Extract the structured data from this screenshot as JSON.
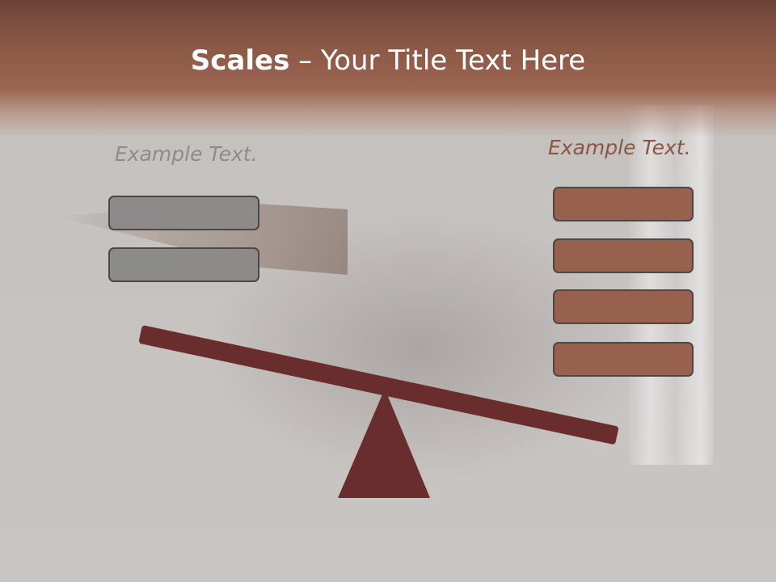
{
  "title": {
    "bold": "Scales",
    "rest": " – Your Title Text Here"
  },
  "left_panel": {
    "label": "Example Text.",
    "box_count": 2
  },
  "right_panel": {
    "label": "Example Text.",
    "box_count": 4
  },
  "colors": {
    "header": "#8c5947",
    "beam": "#6a2d2d",
    "grey_box": "#8d8b8a",
    "brown_box": "#97614e",
    "left_label": "#8e8b8a",
    "right_label": "#8a5644"
  }
}
